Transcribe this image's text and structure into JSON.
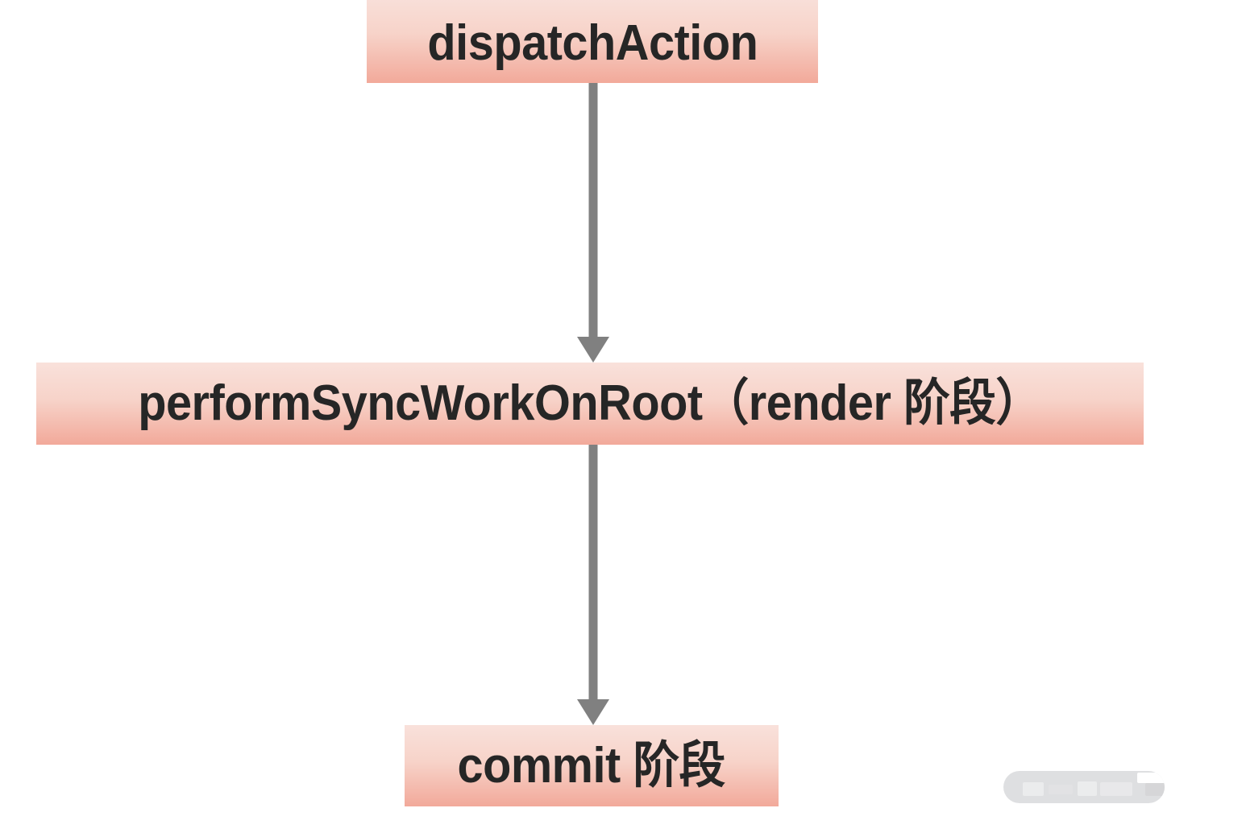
{
  "diagram": {
    "title": "React dispatchAction render flow",
    "background_color": "#ffffff",
    "node_gradient_top": "#f9e1db",
    "node_gradient_bottom": "#f2a99a",
    "node_text_color": "#262626",
    "arrow_color": "#808080",
    "nodes": [
      {
        "id": "dispatch-action",
        "label": "dispatchAction",
        "order": 1
      },
      {
        "id": "perform-sync-work-on-root",
        "label": "performSyncWorkOnRoot（render 阶段）",
        "order": 2
      },
      {
        "id": "commit-phase",
        "label": "commit 阶段",
        "order": 3
      }
    ],
    "connectors": [
      {
        "id": "arrow-dispatch-to-perform",
        "from": "dispatch-action",
        "to": "perform-sync-work-on-root",
        "direction": "down",
        "label": ""
      },
      {
        "id": "arrow-perform-to-commit",
        "from": "perform-sync-work-on-root",
        "to": "commit-phase",
        "direction": "down",
        "label": ""
      }
    ],
    "watermark": {
      "label": "",
      "color": "#d9dadc"
    }
  }
}
